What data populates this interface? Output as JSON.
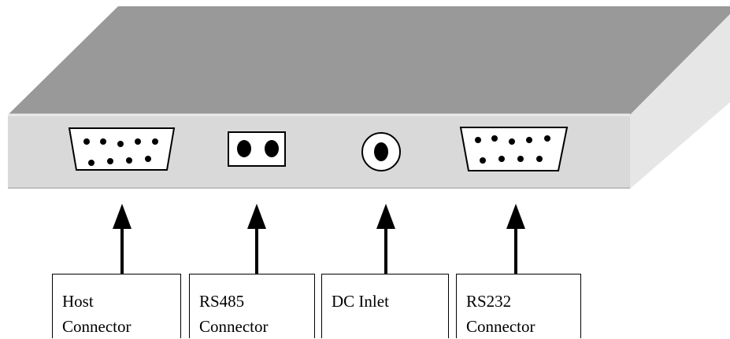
{
  "diagram": {
    "labels": {
      "host": "Host\nConnector",
      "rs485": "RS485\nConnector",
      "dc_inlet": "DC Inlet",
      "rs232": "RS232\nConnector"
    },
    "colors": {
      "top_face": "#999999",
      "front_face": "#d9d9d9",
      "side_face": "#e8e8e8",
      "outline": "#000000",
      "background": "#ffffff"
    }
  }
}
